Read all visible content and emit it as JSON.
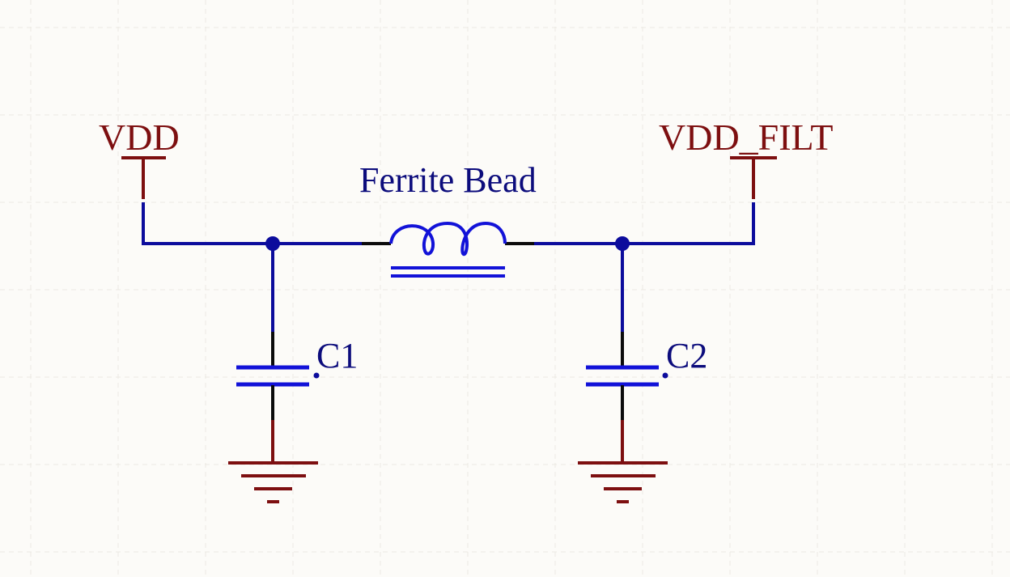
{
  "net_labels": {
    "vdd": "VDD",
    "vdd_filt": "VDD_FILT"
  },
  "components": {
    "ferrite_bead": "Ferrite Bead",
    "c1": "C1",
    "c2": "C2"
  },
  "colors": {
    "background": "#fcfbf8",
    "wire": "#0c0c9c",
    "component": "#1212d8",
    "power": "#7d0f10",
    "lead": "#0b0b0b"
  }
}
